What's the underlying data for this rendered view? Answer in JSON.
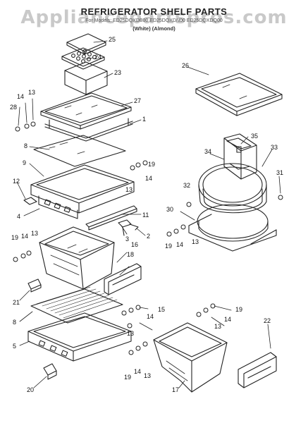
{
  "watermark": "Appliancepartspros.com",
  "title": "REFRIGERATOR SHELF PARTS",
  "models_line": "For Models: ED25DQXDB00 ED25DQXDN00 ED25DQXDQ00",
  "variants_line": "(White)      (Almond)",
  "part_numbers": {
    "p1": "1",
    "p2": "2",
    "p3": "3",
    "p4": "4",
    "p5": "5",
    "p8": "8",
    "p9": "9",
    "p11": "11",
    "p12": "12",
    "p13": "13",
    "p14": "14",
    "p15": "15",
    "p16": "16",
    "p17": "17",
    "p18": "18",
    "p19": "19",
    "p20": "20",
    "p21": "21",
    "p22": "22",
    "p23": "23",
    "p24": "24",
    "p25": "25",
    "p26": "26",
    "p27": "27",
    "p28": "28",
    "p30": "30",
    "p31": "31",
    "p32": "32",
    "p33": "33",
    "p34": "34",
    "p35": "35"
  },
  "colors": {
    "line": "#222222",
    "watermark": "#c9c9c9"
  }
}
